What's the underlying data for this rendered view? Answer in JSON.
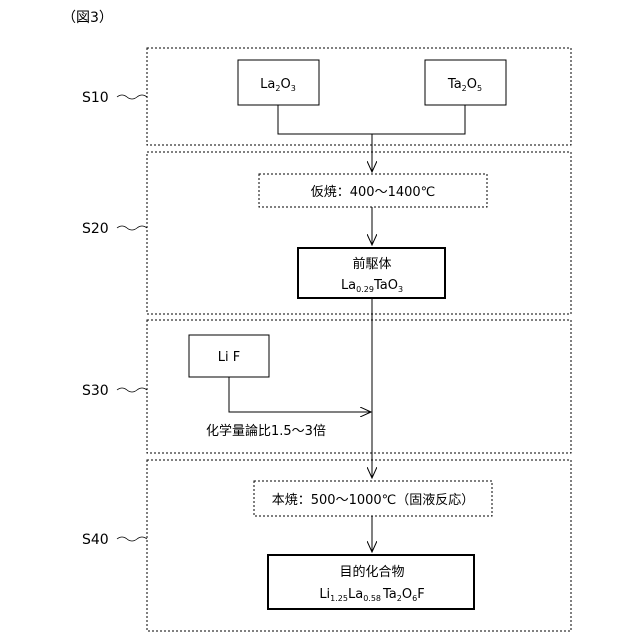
{
  "figure": {
    "title": "（図3）"
  },
  "steps": [
    {
      "label": "S10"
    },
    {
      "label": "S20"
    },
    {
      "label": "S30"
    },
    {
      "label": "S40"
    }
  ],
  "materials": {
    "la2o3": {
      "base": "La",
      "sub1": "2",
      "mid": "O",
      "sub2": "3"
    },
    "ta2o5": {
      "base": "Ta",
      "sub1": "2",
      "mid": "O",
      "sub2": "5"
    },
    "lif": {
      "text": "Li F"
    }
  },
  "calcination": {
    "text": "仮焼：400～1400℃"
  },
  "precursor": {
    "title": "前駆体",
    "base": "La",
    "sub1": "0.29",
    "mid": "TaO",
    "sub2": "3"
  },
  "stoichiometry": {
    "text": "化学量論比1.5～3倍"
  },
  "sintering": {
    "text": "本焼：500～1000℃（固液反応）"
  },
  "target": {
    "title": "目的化合物",
    "p1": "Li",
    "s1": "1.25",
    "p2": "La",
    "s2": "0.58",
    "p3": "Ta",
    "s3": "2",
    "p4": "O",
    "s4": "6",
    "p5": "F"
  }
}
